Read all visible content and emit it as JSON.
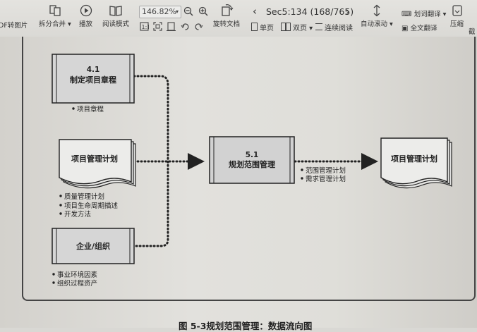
{
  "toolbar": {
    "pdf_to_image": "DF转图片",
    "split_merge": "拆分合并",
    "play": "播放",
    "read_mode": "阅读模式",
    "zoom": "146.82%",
    "rotate_doc": "旋转文档",
    "single_page": "单页",
    "double_page": "双页",
    "continuous": "连续阅读",
    "page_indicator": "Sec5:134 (168/765)",
    "auto_scroll": "自动滚动",
    "word_translate": "划词翻译",
    "full_translate": "全文翻译",
    "compress": "压缩",
    "screenshot": "截"
  },
  "diagram": {
    "box_41_num": "4.1",
    "box_41_title": "制定项目章程",
    "box_41_outputs": [
      "项目章程"
    ],
    "box_pmp_left": "项目管理计划",
    "pmp_left_items": [
      "质量管理计划",
      "项目生命周期描述",
      "开发方法"
    ],
    "box_org": "企业/组织",
    "org_items": [
      "事业环境因素",
      "组织过程资产"
    ],
    "box_51_num": "5.1",
    "box_51_title": "规划范围管理",
    "outputs_51": [
      "范围管理计划",
      "需求管理计划"
    ],
    "box_pmp_right": "项目管理计划"
  },
  "caption": "图 5-3规划范围管理：数据流向图"
}
